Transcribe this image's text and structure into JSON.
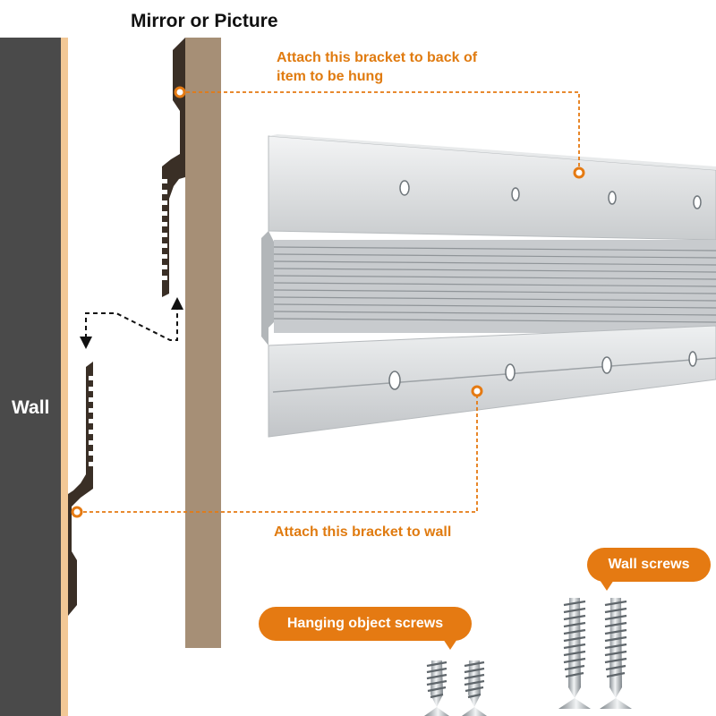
{
  "title": "Mirror or Picture",
  "wall_label": "Wall",
  "top_note": [
    "Attach this bracket to back of",
    "item to be hung"
  ],
  "bottom_note": "Attach this bracket to wall",
  "wall_screws_label": "Wall screws",
  "hanging_screws_label": "Hanging object screws",
  "colors": {
    "wall": "#4a4a4a",
    "wall_edge": "#f2c896",
    "board": "#a68f76",
    "bracket": "#3a2f26",
    "accent": "#e57a12",
    "metal": "#d6d8da"
  }
}
